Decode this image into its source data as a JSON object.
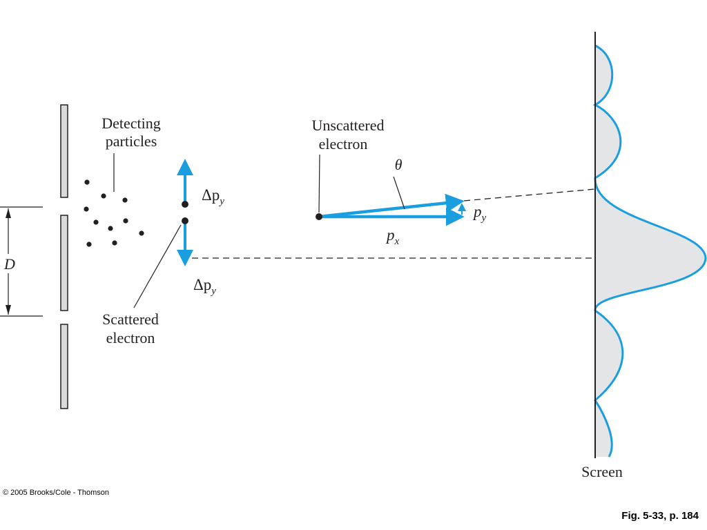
{
  "labels": {
    "detecting_line1": "Detecting",
    "detecting_line2": "particles",
    "unscattered_line1": "Unscattered",
    "unscattered_line2": "electron",
    "scattered_line1": "Scattered",
    "scattered_line2": "electron",
    "theta": "θ",
    "delta_py_top": "Δp",
    "delta_py_top_sub": "y",
    "delta_py_bottom": "Δp",
    "delta_py_bottom_sub": "y",
    "py": "p",
    "py_sub": "y",
    "px": "p",
    "px_sub": "x",
    "slit_width": "D",
    "screen": "Screen"
  },
  "footer": {
    "copyright": "© 2005 Brooks/Cole - Thomson",
    "figure_ref": "Fig. 5-33, p. 184"
  },
  "colors": {
    "arrow": "#1a9ee0",
    "intensity_curve": "#1a9ee0",
    "intensity_fill": "#e4e5e6",
    "ink": "#231f20",
    "slit_fill": "#d9dadb"
  }
}
